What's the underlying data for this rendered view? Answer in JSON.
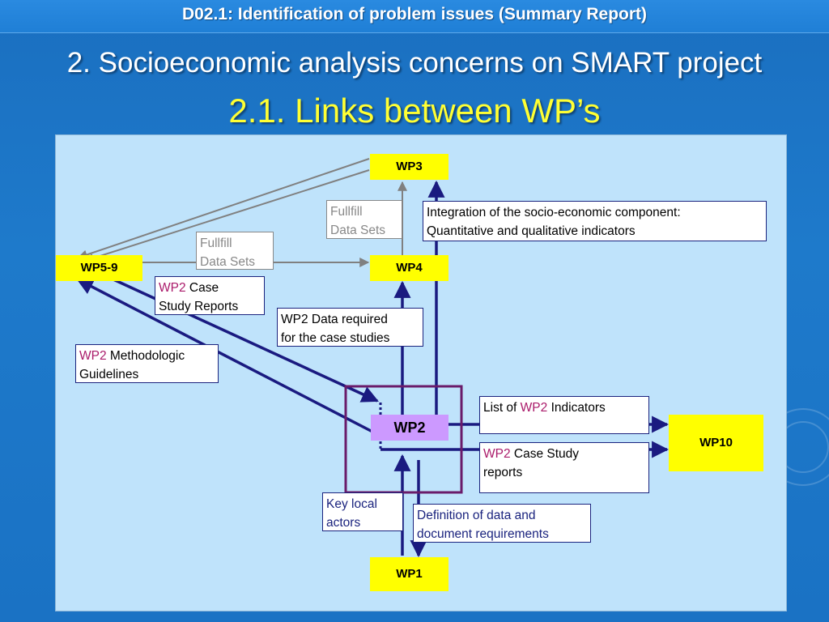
{
  "header": {
    "banner": "D02.1: Identification of problem issues (Summary Report)",
    "title": "2. Socioeconomic analysis concerns on SMART project",
    "subtitle": "2.1. Links between WP’s"
  },
  "colors": {
    "wp_box": "#ffff00",
    "wp2_box": "#cc99ff",
    "arrow_main": "#1a1a80",
    "arrow_grey": "#808080",
    "highlight_frame": "#6a1b6a",
    "wp2_text": "#aa1a6a"
  },
  "nodes": {
    "wp3": "WP3",
    "wp4": "WP4",
    "wp5_9": "WP5-9",
    "wp2": "WP2",
    "wp10": "WP10",
    "wp1": "WP1"
  },
  "labels": {
    "fulfill_top": {
      "line1": "Fullfill",
      "line2": "Data Sets"
    },
    "fulfill_left": {
      "line1": "Fullfill",
      "line2": "Data Sets"
    },
    "integration": {
      "line1": "Integration of the socio-economic component:",
      "line2": "Quantitative and qualitative indicators"
    },
    "case_study_top": {
      "prefix": "WP2",
      "line1": " Case",
      "line2": "Study Reports"
    },
    "data_required": {
      "line1": "WP2 Data required",
      "line2": "for the case studies"
    },
    "methodologic": {
      "prefix": "WP2",
      "line1": " Methodologic",
      "line2": "Guidelines"
    },
    "indicators": {
      "pre": "List of ",
      "prefix": "WP2",
      "post": " Indicators"
    },
    "case_study_right": {
      "prefix": "WP2",
      "line1": " Case Study",
      "line2": "reports"
    },
    "key_actors": {
      "line1": "Key local",
      "line2": "actors"
    },
    "definition": {
      "line1": "Definition of data and",
      "line2": "document requirements"
    }
  }
}
